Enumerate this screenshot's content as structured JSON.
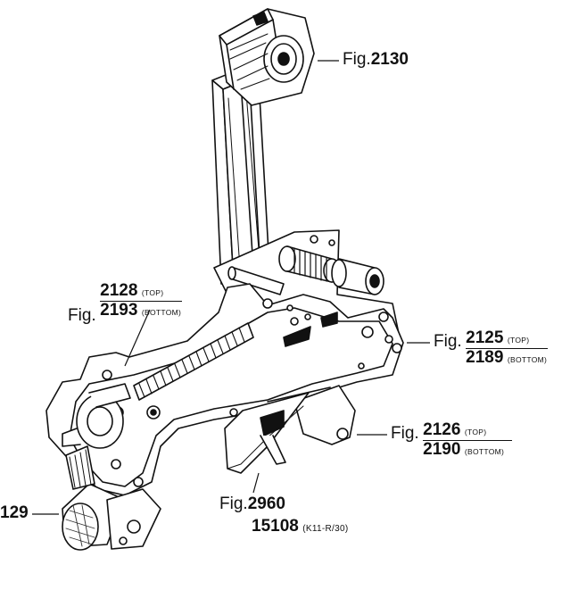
{
  "callouts": {
    "c2130": {
      "prefix": "Fig.",
      "number": "2130"
    },
    "c2128": {
      "prefix": "Fig.",
      "top_number": "2128",
      "top_note": "(TOP)",
      "bottom_number": "2193",
      "bottom_note": "(BOTTOM)"
    },
    "c2125": {
      "prefix": "Fig.",
      "top_number": "2125",
      "top_note": "(TOP)",
      "bottom_number": "2189",
      "bottom_note": "(BOTTOM)"
    },
    "c2126": {
      "prefix": "Fig.",
      "top_number": "2126",
      "top_note": "(TOP)",
      "bottom_number": "2190",
      "bottom_note": "(BOTTOM)"
    },
    "c2960": {
      "prefix": "Fig.",
      "number": "2960",
      "second_number": "15108",
      "second_note": "(K11-R/30)"
    },
    "c2129": {
      "number": "129"
    }
  },
  "colors": {
    "ink": "#111111",
    "paper": "#ffffff"
  }
}
